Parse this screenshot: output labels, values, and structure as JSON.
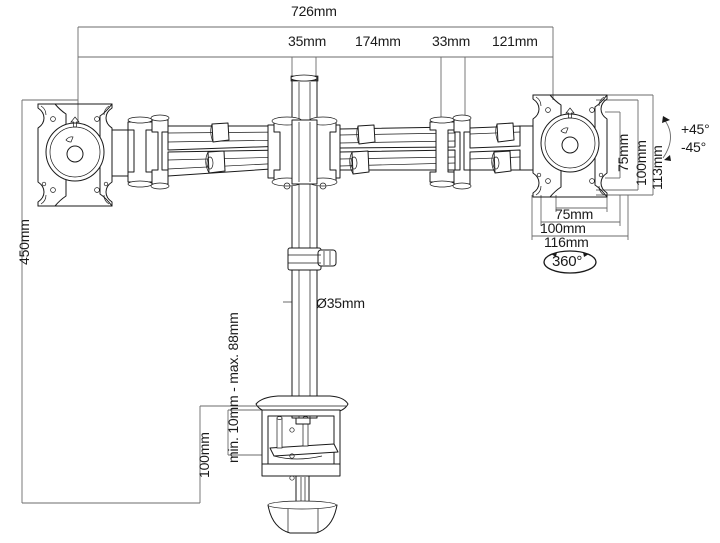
{
  "drawing": {
    "title": "Dual monitor desk mount technical drawing",
    "background_color": "#ffffff",
    "line_color": "#1a1a1a",
    "dim_line_color": "#666666"
  },
  "dimensions": {
    "overall_width": "726mm",
    "seg_35": "35mm",
    "seg_174": "174mm",
    "seg_33": "33mm",
    "seg_121": "121mm",
    "height_450": "450mm",
    "pole_diameter": "Ø35mm",
    "clamp_range": "min. 10mm - max. 88mm",
    "clamp_height": "100mm",
    "vesa_v_75": "75mm",
    "vesa_v_100": "100mm",
    "vesa_v_113": "113mm",
    "vesa_h_75": "75mm",
    "vesa_h_100": "100mm",
    "vesa_h_116": "116mm",
    "tilt_up": "+45°",
    "tilt_down": "-45°",
    "rotation": "360°"
  }
}
